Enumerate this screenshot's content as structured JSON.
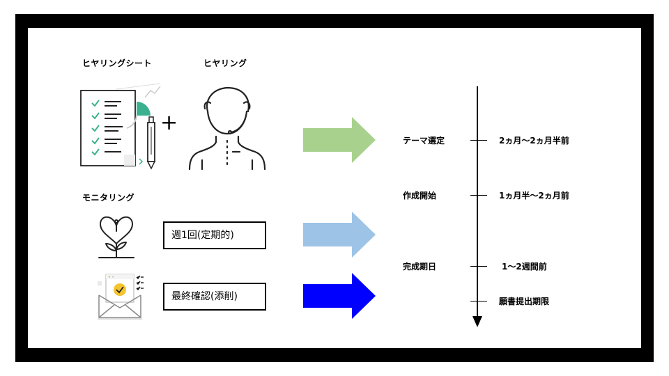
{
  "headings": {
    "hearing_sheet": "ヒヤリングシート",
    "hearing": "ヒヤリング",
    "monitoring": "モニタリング"
  },
  "boxes": {
    "weekly": "週1回(定期的)",
    "final_check": "最終確認(添削)"
  },
  "plus_sign": "+",
  "timeline": {
    "items": [
      {
        "label": "テーマ選定",
        "value": "2ヵ月〜2ヵ月半前"
      },
      {
        "label": "作成開始",
        "value": "1ヵ月半〜2ヵ月前"
      },
      {
        "label": "完成期日",
        "value": "1〜2週間前"
      },
      {
        "label": "",
        "value": "願書提出期限"
      }
    ]
  },
  "colors": {
    "arrow_green": "#a9d18e",
    "arrow_light_blue": "#9dc3e6",
    "arrow_blue": "#0000ff",
    "check_green": "#3bb08f",
    "accent_yellow": "#f4c430",
    "frame": "#000000"
  },
  "icons": {
    "hearing_sheet": "checklist-document-pen-icon",
    "hearing": "headset-person-icon",
    "monitoring": "heart-plant-icon",
    "final_check": "envelope-certificate-icon"
  }
}
